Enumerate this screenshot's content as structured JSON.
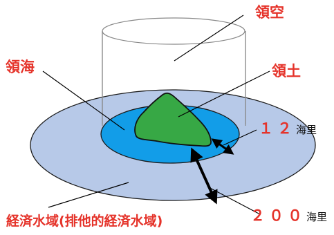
{
  "labels": {
    "airspace": "領空",
    "territorial_sea": "領海",
    "territory": "領土",
    "eez": "経済水域(排他的経済水域)",
    "twelve_num": "１２",
    "twelve_unit": "海里",
    "two_hundred_num": "２００",
    "two_hundred_unit": "海里"
  },
  "colors": {
    "eez_fill": "#b7c9e8",
    "sea_fill": "#129de8",
    "land_fill": "#37a845",
    "label_red": "#e5332a"
  }
}
